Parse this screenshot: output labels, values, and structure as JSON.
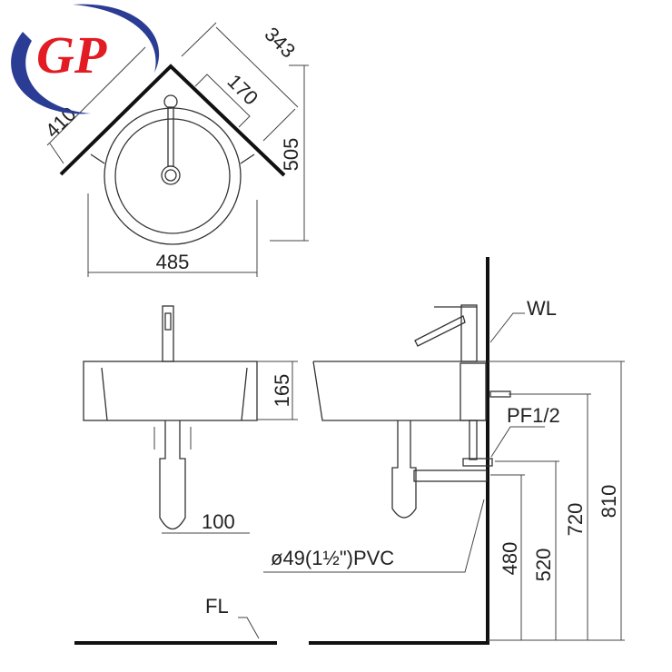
{
  "logo": {
    "text": "GP",
    "colors": {
      "ring": "#2a3c94",
      "letters": "#e31b23"
    }
  },
  "top_view": {
    "dims": {
      "width": "485",
      "depth": "505",
      "arm": "343",
      "tap_offset": "170",
      "left_arm": "410"
    }
  },
  "front_view": {
    "dims": {
      "height": "165",
      "trap": "100"
    },
    "floor_label": "FL"
  },
  "side_view": {
    "wall_label": "WL",
    "supply_label": "PF1/2",
    "waste_label": "ø49(1½\")PVC",
    "heights": {
      "h480": "480",
      "h520": "520",
      "h720": "720",
      "h810": "810"
    }
  }
}
